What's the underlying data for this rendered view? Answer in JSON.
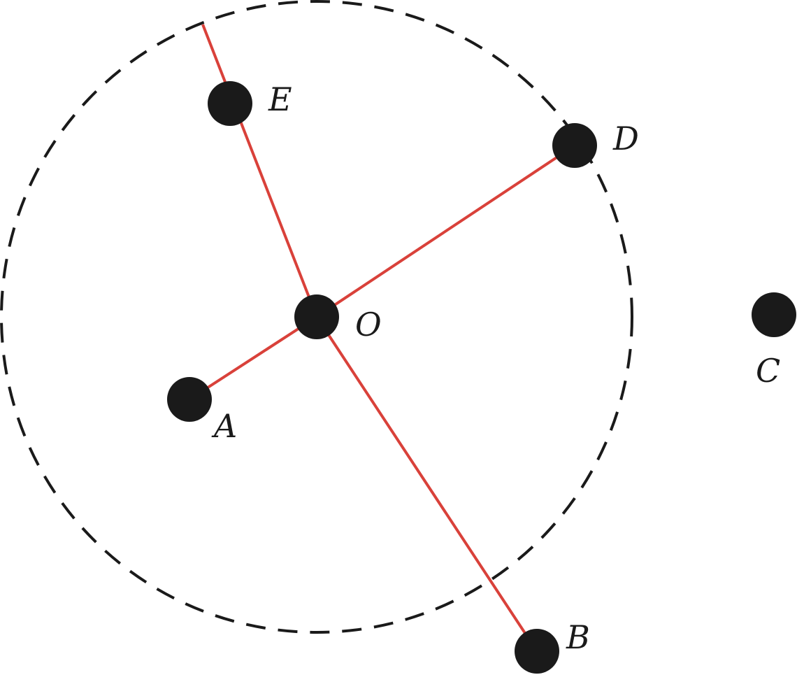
{
  "colors": {
    "background": "#ffffff",
    "point": "#1a1a1a",
    "segment": "#d9413a",
    "circle": "#1a1a1a"
  },
  "circle": {
    "style": "dashed"
  },
  "points": {
    "O": {
      "label": "O"
    },
    "A": {
      "label": "A"
    },
    "B": {
      "label": "B"
    },
    "C": {
      "label": "C"
    },
    "D": {
      "label": "D"
    },
    "E": {
      "label": "E"
    }
  },
  "segments": [
    {
      "from": "O",
      "to": "A"
    },
    {
      "from": "O",
      "to": "B"
    },
    {
      "from": "O",
      "to": "D"
    },
    {
      "from": "O",
      "to": "E"
    }
  ]
}
